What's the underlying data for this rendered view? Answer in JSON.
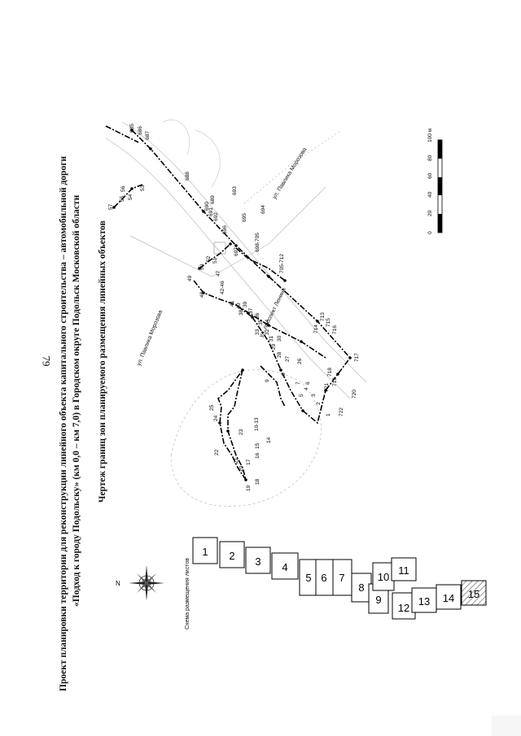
{
  "page": {
    "number": "79",
    "title_line1": "Проект планировки территории для реконструкции линейного объекта капитального строительства – автомобильной дороги",
    "title_line2": "«Подход к городу Подольску» (км 0,0 – км 7,0) в Городском округе Подольск Московской области",
    "subtitle": "Чертеж границ зон планируемого размещения линейных объектов"
  },
  "sheet_scheme": {
    "label": "Схема размещения листов",
    "sheets": [
      "1",
      "2",
      "3",
      "4",
      "5",
      "6",
      "7",
      "8",
      "9",
      "10",
      "11",
      "12",
      "13",
      "14",
      "15"
    ],
    "highlighted": "15"
  },
  "scale_bar": {
    "ticks": [
      "0",
      "20",
      "40",
      "60",
      "80",
      "100 м"
    ]
  },
  "map": {
    "streets": [
      "ул. Павлика Морозова",
      "ул. Павлика Морозова",
      "ул. проспект Ленина"
    ],
    "point_labels": [
      "685",
      "686",
      "687",
      "688",
      "689",
      "690",
      "691",
      "692",
      "693",
      "694",
      "695",
      "696",
      "697",
      "698-705",
      "705-712",
      "713",
      "714",
      "715",
      "716",
      "717",
      "718",
      "719",
      "720",
      "721",
      "722",
      "1",
      "2",
      "3",
      "4",
      "5",
      "6",
      "7",
      "8",
      "9",
      "10-13",
      "14",
      "15",
      "16",
      "17",
      "18",
      "19",
      "20",
      "21",
      "22",
      "23",
      "24",
      "25",
      "26",
      "27",
      "28",
      "29",
      "30",
      "31",
      "32",
      "33",
      "34",
      "35",
      "36",
      "37",
      "38",
      "39",
      "40",
      "41",
      "42-46",
      "47",
      "48",
      "49",
      "50",
      "51",
      "52",
      "53",
      "54",
      "55",
      "56",
      "57"
    ]
  }
}
